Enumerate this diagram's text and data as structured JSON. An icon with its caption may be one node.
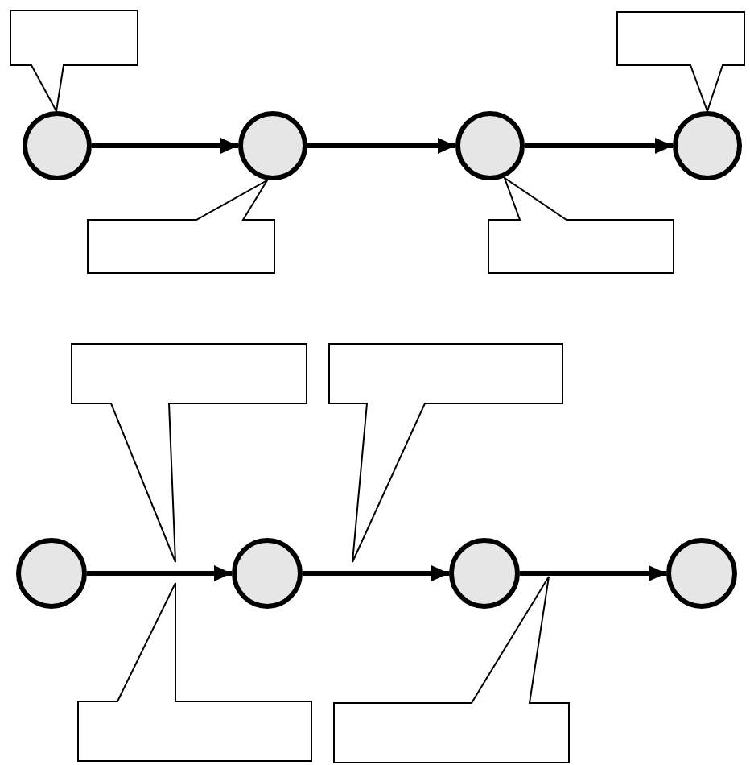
{
  "diagram": {
    "nodes": [
      {
        "text": [],
        "shape": "callout"
      },
      {
        "text": [],
        "shape": "callout"
      },
      {
        "text": [],
        "shape": "circle"
      },
      {
        "text": [],
        "shape": "circle"
      },
      {
        "text": [],
        "shape": "circle"
      },
      {
        "text": [],
        "shape": "circle"
      },
      {
        "text": [],
        "shape": "callout"
      },
      {
        "text": [],
        "shape": "callout"
      },
      {
        "text": [],
        "shape": "callout"
      },
      {
        "text": [],
        "shape": "callout"
      },
      {
        "text": [],
        "shape": "circle"
      },
      {
        "text": [],
        "shape": "circle"
      },
      {
        "text": [],
        "shape": "circle"
      },
      {
        "text": [],
        "shape": "circle"
      },
      {
        "text": [],
        "shape": "callout"
      },
      {
        "text": [],
        "shape": "callout"
      }
    ],
    "edges": [
      {
        "from": 2,
        "to": 3,
        "arrow": "to"
      },
      {
        "from": 3,
        "to": 4,
        "arrow": "to"
      },
      {
        "from": 4,
        "to": 5,
        "arrow": "to"
      },
      {
        "from": 10,
        "to": 11,
        "arrow": "to"
      },
      {
        "from": 11,
        "to": 12,
        "arrow": "to"
      },
      {
        "from": 12,
        "to": 13,
        "arrow": "to"
      }
    ]
  }
}
